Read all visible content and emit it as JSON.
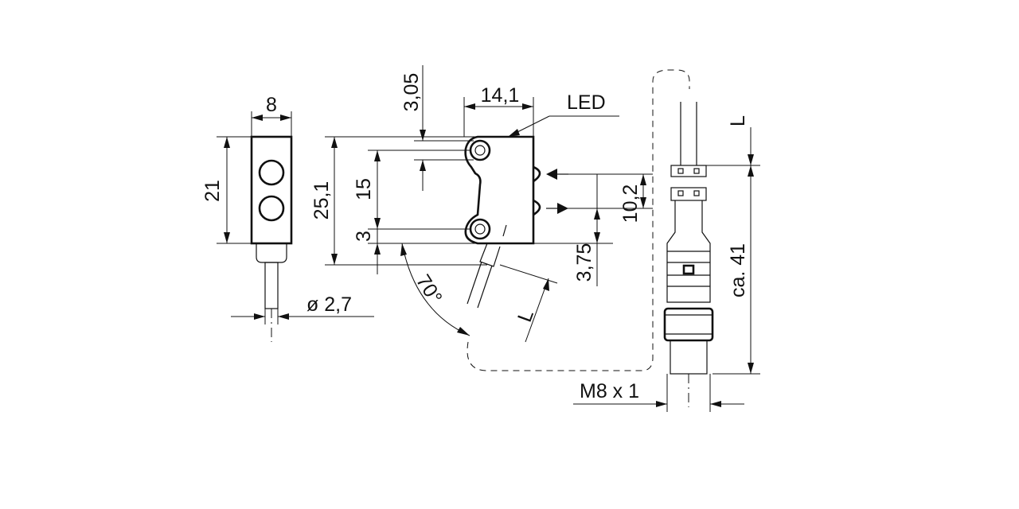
{
  "dimensions": {
    "front_width": "8",
    "front_height": "21",
    "cable_diameter": "ø  2,7",
    "hole_offset": "3,05",
    "body_width": "14,1",
    "led_label": "LED",
    "overall_height": "25,1",
    "hole_spacing": "15",
    "hole_bottom": "3",
    "cable_angle": "70°",
    "cable_length_side": "L",
    "optic_spacing": "10,2",
    "optic_offset": "3,75",
    "cable_length_top": "L",
    "connector_length": "ca.  41",
    "thread": "M8 x 1"
  }
}
